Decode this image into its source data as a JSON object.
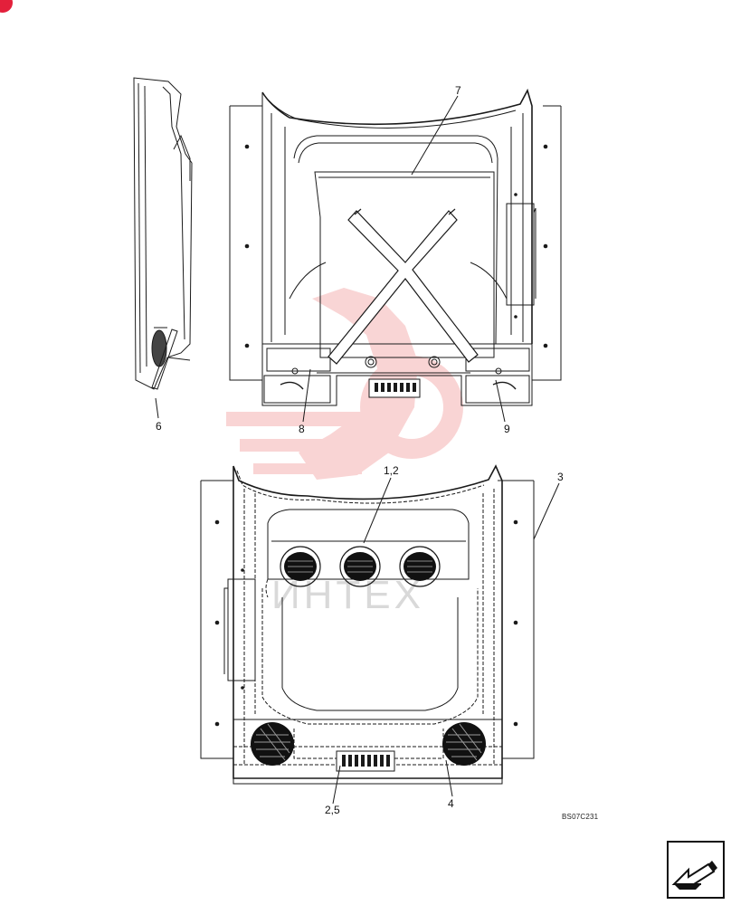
{
  "callouts": {
    "c7": "7",
    "c6": "6",
    "c8": "8",
    "c9": "9",
    "c12": "1,2",
    "c3": "3",
    "c25": "2,5",
    "c4": "4"
  },
  "drawing_code": "BS07C231",
  "colors": {
    "line": "#1a1a1a",
    "watermark": "#f2a2a2",
    "corner_mark": "#e3203b"
  },
  "icons": {
    "nav": "arrow-prev-icon",
    "corner": "brand-mark-icon"
  }
}
